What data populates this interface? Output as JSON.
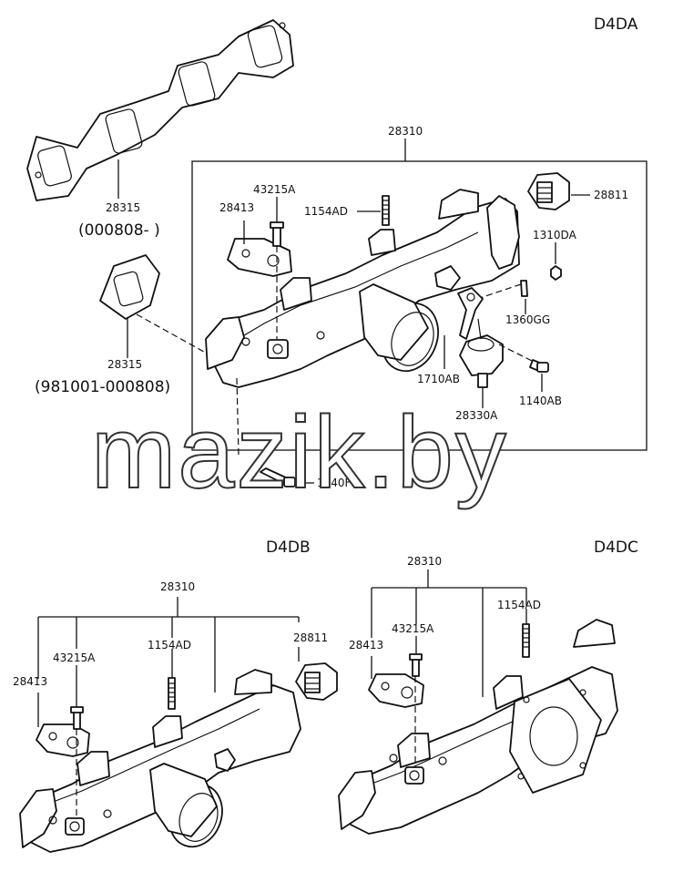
{
  "sections": {
    "d4da": "D4DA",
    "d4db": "D4DB",
    "d4dc": "D4DC"
  },
  "d4da": {
    "assembly": "28310",
    "gasket_upper": "28315",
    "gasket_upper_range": "(000808- )",
    "gasket_lower": "28315",
    "gasket_lower_range": "(981001-000808)",
    "bracket": "28413",
    "stud": "43215A",
    "bolt_stud": "1154AD",
    "plug": "28811",
    "nut": "1310DA",
    "screw": "1360GG",
    "lever": "1710AB",
    "actuator": "28330A",
    "bolt_actuator": "1140AB",
    "bolt_lower": "1140FF"
  },
  "d4db": {
    "assembly": "28310",
    "bracket": "28413",
    "stud": "43215A",
    "bolt_stud": "1154AD",
    "plug": "28811"
  },
  "d4dc": {
    "assembly": "28310",
    "bracket": "28413",
    "stud": "43215A",
    "bolt_stud": "1154AD"
  },
  "watermark": "mazik.by"
}
